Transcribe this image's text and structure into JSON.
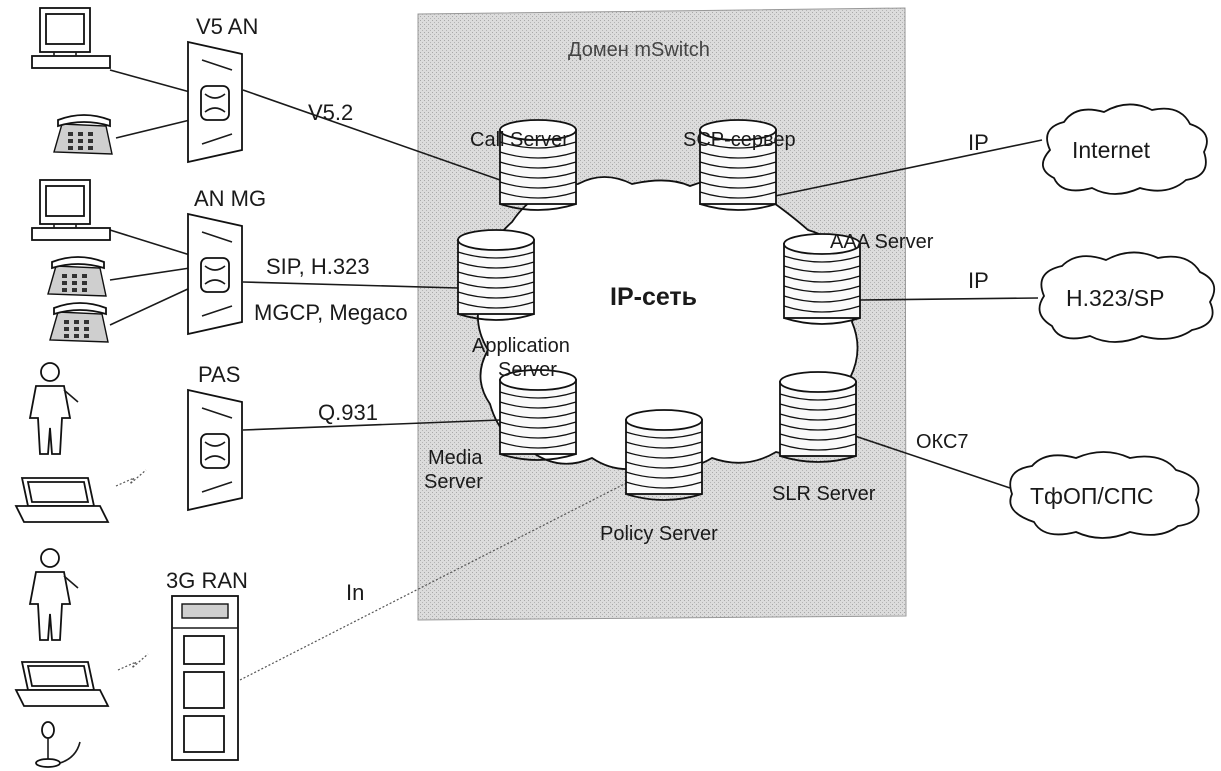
{
  "domain_label": "Домен mSwitch",
  "core_network": "IP-сеть",
  "access": {
    "v5an": "V5 AN",
    "anmg": "AN  MG",
    "pas": "PAS",
    "ran": "3G RAN"
  },
  "links": {
    "v52": "V5.2",
    "sip": "SIP, H.323",
    "mgcp": "MGCP, Megaco",
    "q931": "Q.931",
    "in": "In",
    "ip_internet": "IP",
    "ip_h323": "IP",
    "okc7": "ОКС7"
  },
  "servers": {
    "call": "Call Server",
    "scp": "SCP-сервер",
    "aaa": "AAA Server",
    "app_line1": "Application",
    "app_line2": "Server",
    "media_line1": "Media",
    "media_line2": "Server",
    "policy": "Policy Server",
    "slr": "SLR Server"
  },
  "clouds": {
    "internet": "Internet",
    "h323": "H.323/SP",
    "pstn": "ТфОП/СПС"
  },
  "icons": [
    "desktop-computer-icon",
    "telephone-icon",
    "person-icon",
    "laptop-icon",
    "microphone-icon",
    "gateway-icon",
    "rack-icon",
    "server-cylinder-icon",
    "cloud-icon"
  ]
}
